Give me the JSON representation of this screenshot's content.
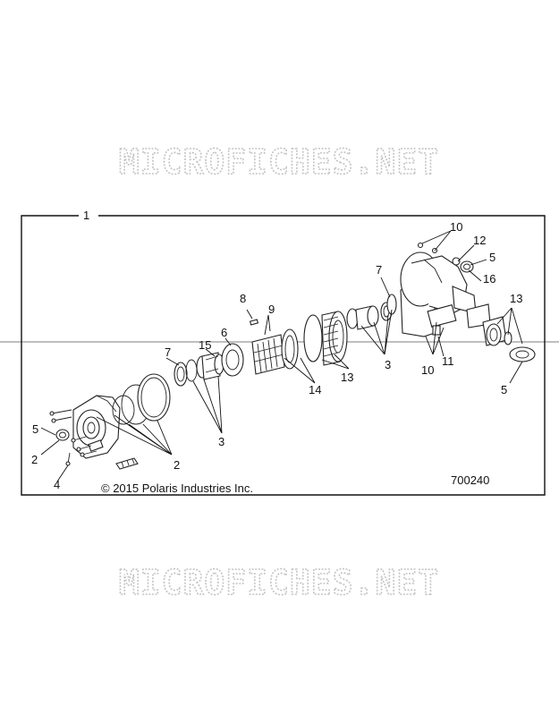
{
  "watermark": "MICROFICHES.NET",
  "copyright": "© 2015 Polaris Industries Inc.",
  "diagram_number": "700240",
  "callouts": {
    "c1": "1",
    "c2a": "2",
    "c2b": "2",
    "c3a": "3",
    "c3b": "3",
    "c4": "4",
    "c5a": "5",
    "c5b": "5",
    "c5c": "5",
    "c6": "6",
    "c7a": "7",
    "c7b": "7",
    "c8": "8",
    "c9": "9",
    "c10a": "10",
    "c10b": "10",
    "c11": "11",
    "c12": "12",
    "c13a": "13",
    "c13b": "13",
    "c14": "14",
    "c15": "15",
    "c16": "16"
  }
}
